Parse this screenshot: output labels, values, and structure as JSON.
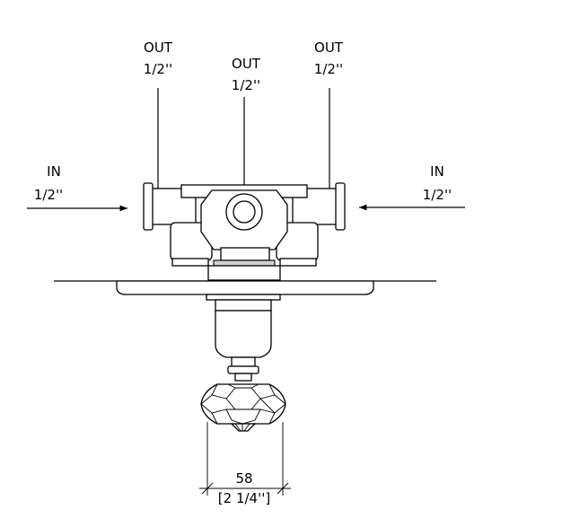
{
  "labels": {
    "out_left": "OUT",
    "out_left_size": "1/2''",
    "out_center": "OUT",
    "out_center_size": "1/2''",
    "out_right": "OUT",
    "out_right_size": "1/2''",
    "in_left": "IN",
    "in_left_size": "1/2''",
    "in_right": "IN",
    "in_right_size": "1/2''"
  },
  "dimension": {
    "metric": "58",
    "imperial": "[2 1/4'']"
  }
}
